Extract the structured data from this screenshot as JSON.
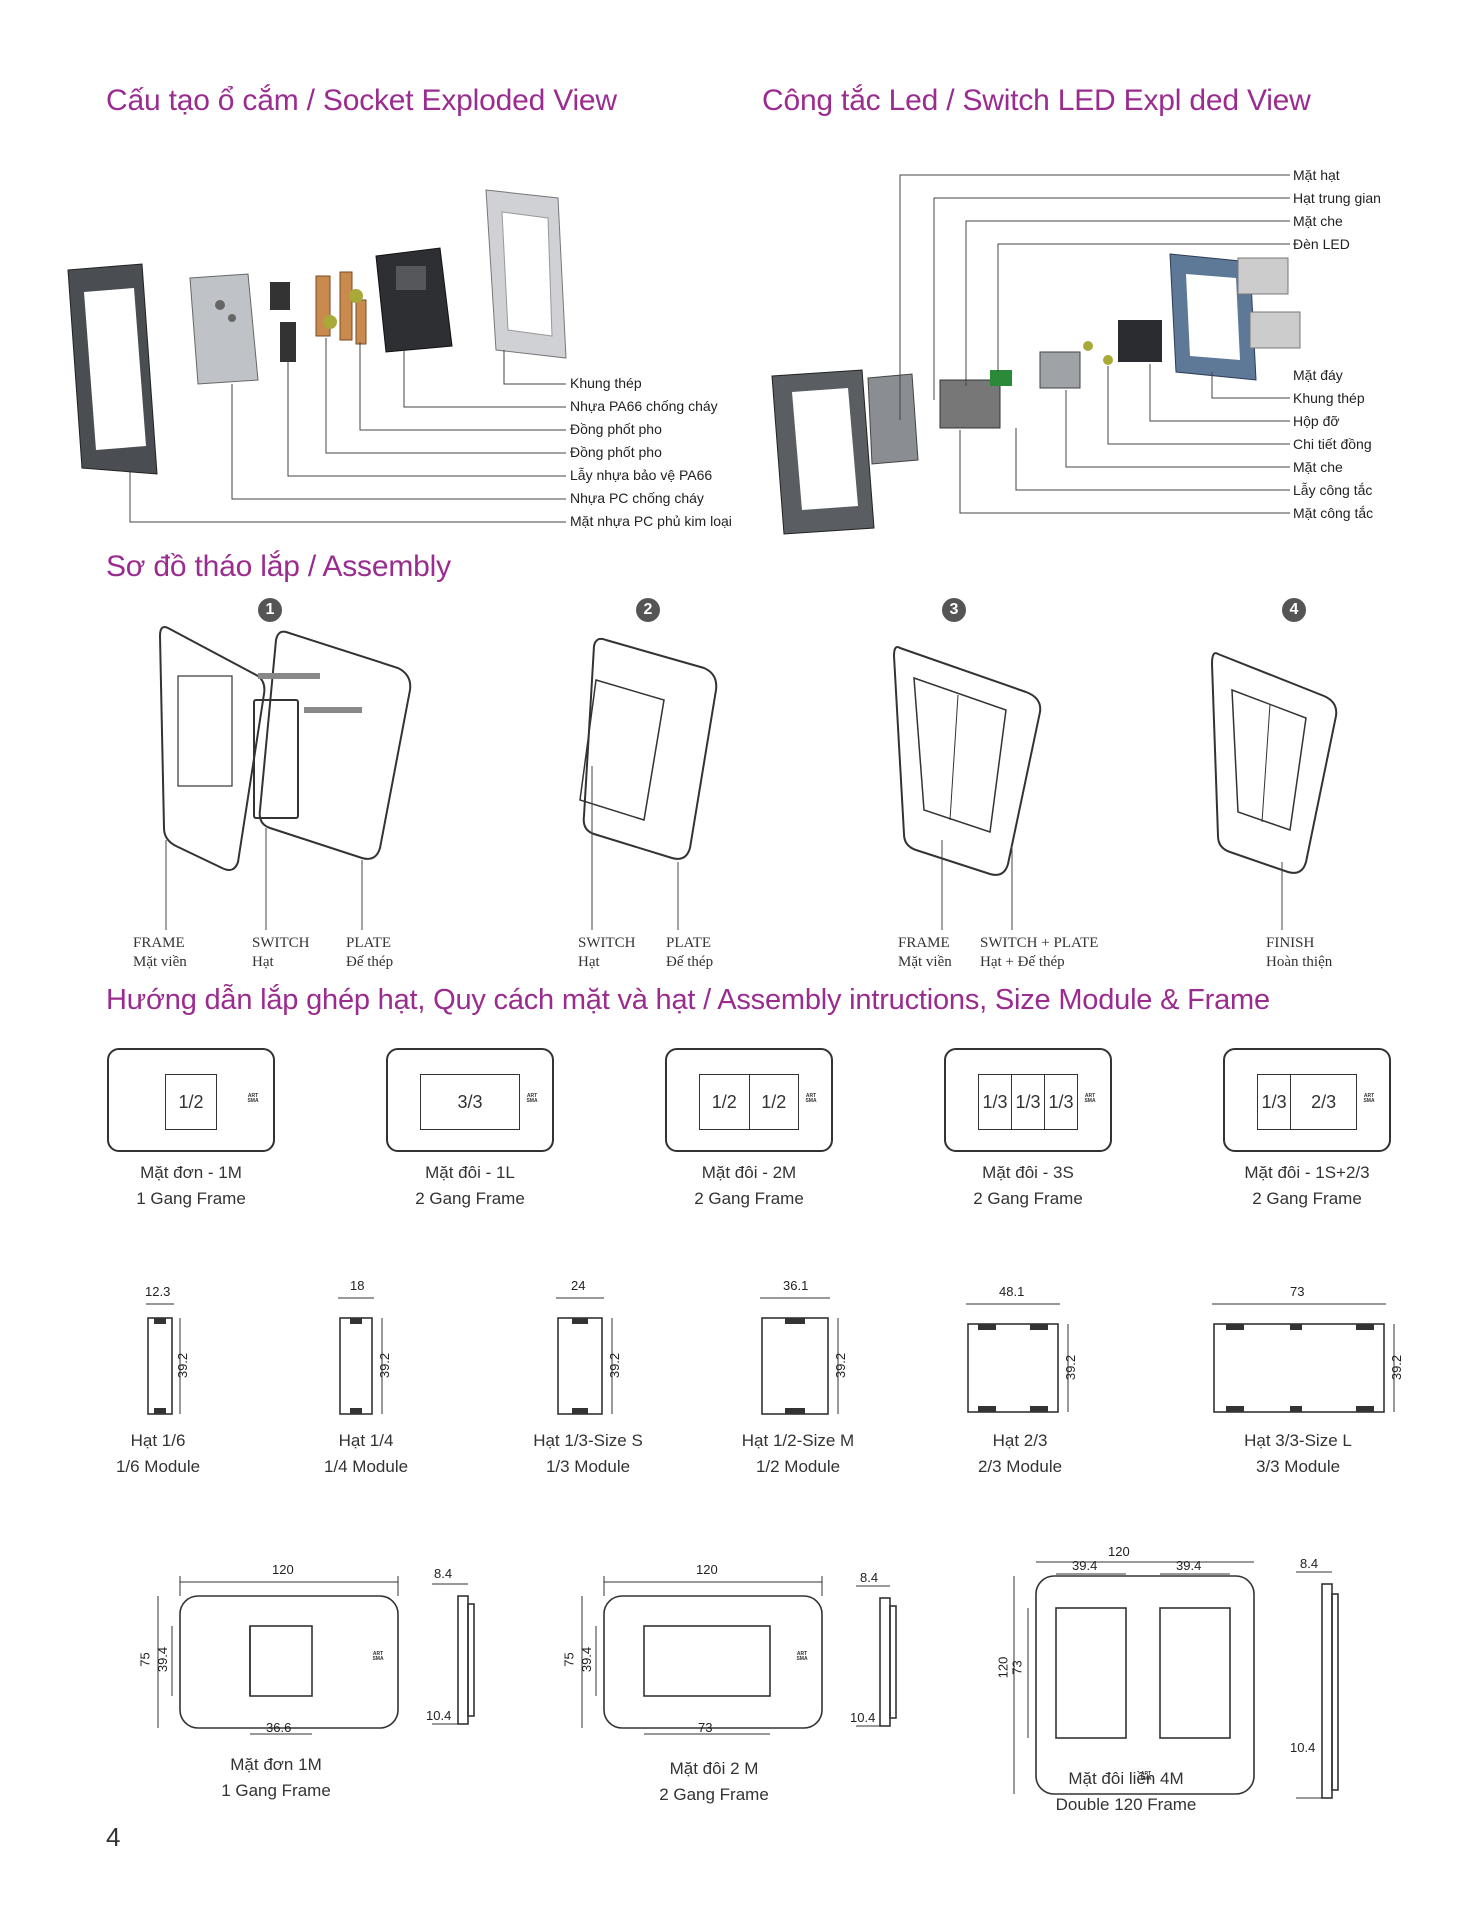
{
  "headings": {
    "socket_exploded": "Cấu tạo ổ cắm / Socket Exploded View",
    "switch_exploded": "Công tắc Led / Switch LED Expl ded View",
    "assembly": "Sơ đồ tháo lắp / Assembly",
    "instructions": "Hướng dẫn lắp ghép hạt, Quy cách mặt và hạt / Assembly intructions, Size Module & Frame"
  },
  "socket_labels": [
    "Khung thép",
    "Nhựa PA66 chống cháy",
    "Đồng phốt pho",
    "Đồng phốt pho",
    "Lẫy nhựa bảo vệ PA66",
    "Nhựa PC chống cháy",
    "Mặt nhựa PC phủ kim loại"
  ],
  "switch_labels_top": [
    "Mặt hạt",
    "Hạt trung gian",
    "Mặt che",
    "Đèn LED"
  ],
  "switch_labels_bottom": [
    "Mặt đáy",
    "Khung thép",
    "Hộp đỡ",
    "Chi tiết đồng",
    "Mặt che",
    "Lẫy công tắc",
    "Mặt công tắc"
  ],
  "assembly_steps": [
    {
      "number": "1",
      "labels": [
        {
          "en": "FRAME",
          "vi": "Mặt viền"
        },
        {
          "en": "SWITCH",
          "vi": "Hạt"
        },
        {
          "en": "PLATE",
          "vi": "Đế thép"
        }
      ]
    },
    {
      "number": "2",
      "labels": [
        {
          "en": "SWITCH",
          "vi": "Hạt"
        },
        {
          "en": "PLATE",
          "vi": "Đế thép"
        }
      ]
    },
    {
      "number": "3",
      "labels": [
        {
          "en": "FRAME",
          "vi": "Mặt viền"
        },
        {
          "en": "SWITCH + PLATE",
          "vi": "Hạt + Đế thép"
        }
      ]
    },
    {
      "number": "4",
      "labels": [
        {
          "en": "FINISH",
          "vi": "Hoàn thiện"
        }
      ]
    }
  ],
  "frames": [
    {
      "modules": [
        "1/2"
      ],
      "vi": "Mặt đơn - 1M",
      "en": "1 Gang Frame"
    },
    {
      "modules": [
        "3/3"
      ],
      "vi": "Mặt đôi - 1L",
      "en": "2 Gang Frame"
    },
    {
      "modules": [
        "1/2",
        "1/2"
      ],
      "vi": "Mặt đôi - 2M",
      "en": "2 Gang Frame"
    },
    {
      "modules": [
        "1/3",
        "1/3",
        "1/3"
      ],
      "vi": "Mặt đôi - 3S",
      "en": "2 Gang Frame"
    },
    {
      "modules": [
        "1/3",
        "2/3"
      ],
      "vi": "Mặt đôi - 1S+2/3",
      "en": "2 Gang Frame"
    }
  ],
  "brand_mark": "ART SMA",
  "modules_size": [
    {
      "width": "12.3",
      "height": "39.2",
      "vi": "Hạt 1/6",
      "en": "1/6 Module"
    },
    {
      "width": "18",
      "height": "39.2",
      "vi": "Hạt 1/4",
      "en": "1/4 Module"
    },
    {
      "width": "24",
      "height": "39.2",
      "vi": "Hạt 1/3-Size S",
      "en": "1/3 Module"
    },
    {
      "width": "36.1",
      "height": "39.2",
      "vi": "Hạt 1/2-Size M",
      "en": "1/2 Module"
    },
    {
      "width": "48.1",
      "height": "39.2",
      "vi": "Hạt 2/3",
      "en": "2/3 Module"
    },
    {
      "width": "73",
      "height": "39.2",
      "vi": "Hạt 3/3-Size L",
      "en": "3/3 Module"
    }
  ],
  "frame_dims": [
    {
      "width": "120",
      "height": "75",
      "opening_h": "39.4",
      "opening_w": "36.6",
      "depth_top": "8.4",
      "depth_bottom": "10.4",
      "vi": "Mặt đơn 1M",
      "en": "1 Gang Frame"
    },
    {
      "width": "120",
      "height": "75",
      "opening_h": "39.4",
      "opening_w": "73",
      "depth_top": "8.4",
      "depth_bottom": "10.4",
      "vi": "Mặt đôi 2 M",
      "en": "2 Gang Frame"
    },
    {
      "width": "120",
      "height": "120",
      "opening_h": "73",
      "opening_w1": "39.4",
      "opening_w2": "39.4",
      "depth_top": "8.4",
      "depth_bottom": "10.4",
      "vi": "Mặt đôi liền 4M",
      "en": "Double 120 Frame"
    }
  ],
  "page_number": "4"
}
